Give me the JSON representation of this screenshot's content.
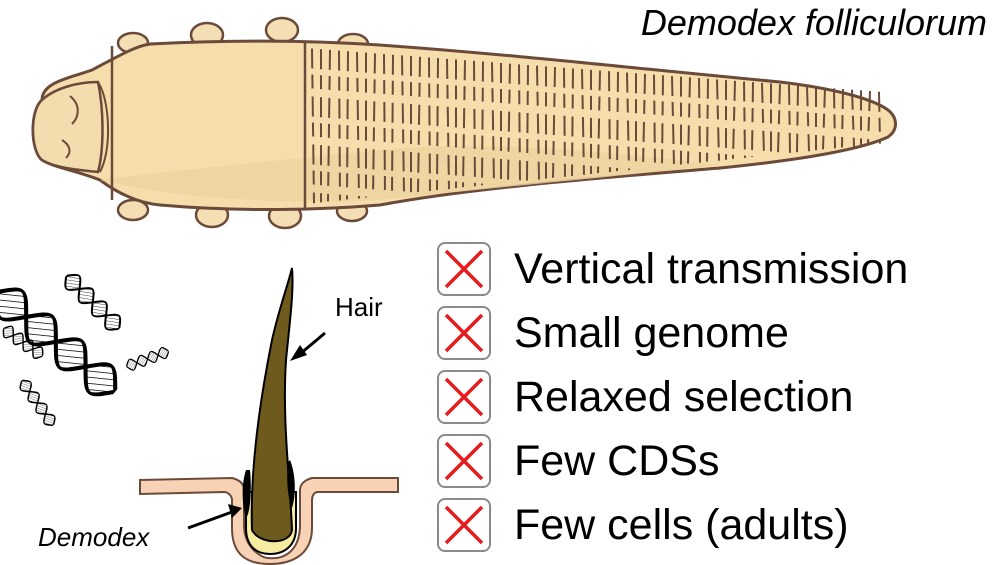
{
  "title": "Demodex folliculorum",
  "labels": {
    "hair": "Hair",
    "demodex": "Demodex"
  },
  "traits": [
    {
      "label": "Vertical transmission"
    },
    {
      "label": "Small genome"
    },
    {
      "label": "Relaxed selection"
    },
    {
      "label": "Few CDSs"
    },
    {
      "label": "Few cells (adults)"
    }
  ],
  "colors": {
    "mite_body": "#f6deac",
    "mite_shadow": "#eed2a0",
    "leg": "#f4dfb5",
    "outline": "#6b4a3a",
    "hair": "#6e5a1c",
    "skin": "#f8d2b5",
    "follicle_inner": "#f7eda0",
    "cross": "#e41e1e",
    "box_border": "#8a8a8a"
  },
  "icons": [
    "dna-icon",
    "cross-icon"
  ]
}
